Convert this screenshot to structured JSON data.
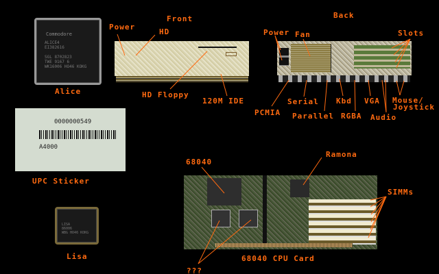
{
  "labels": {
    "front": "Front",
    "back": "Back",
    "power_front": "Power",
    "hd": "HD",
    "hd_floppy": "HD Floppy",
    "ide": "120M IDE",
    "power_back": "Power",
    "fan": "Fan",
    "slots": "Slots",
    "serial": "Serial",
    "pcmcia": "PCMIA",
    "parallel": "Parallel",
    "kbd": "Kbd",
    "rgba": "RGBA",
    "vga": "VGA",
    "audio": "Audio",
    "mouse": "Mouse/",
    "joystick": "Joystick",
    "alice": "Alice",
    "upc": "UPC Sticker",
    "lisa": "Lisa",
    "cpu68040": "68040",
    "ramona": "Ramona",
    "simms": "SIMMs",
    "cpu_card": "68040 CPU Card",
    "unknown": "???"
  },
  "alice_chip": {
    "brand": "Commodore",
    "text": "ALICE4\nEI382616\n\nSGL 8702823\nTWE 9167 6\nWK16006 HO46 KOKG"
  },
  "lisa_chip": {
    "text": "LISA\n86006\nWBG HO46 KOKG"
  },
  "sticker": {
    "number": "0000000549",
    "model": "A4000"
  },
  "colors": {
    "label": "#ff6a10",
    "background": "#000000"
  }
}
